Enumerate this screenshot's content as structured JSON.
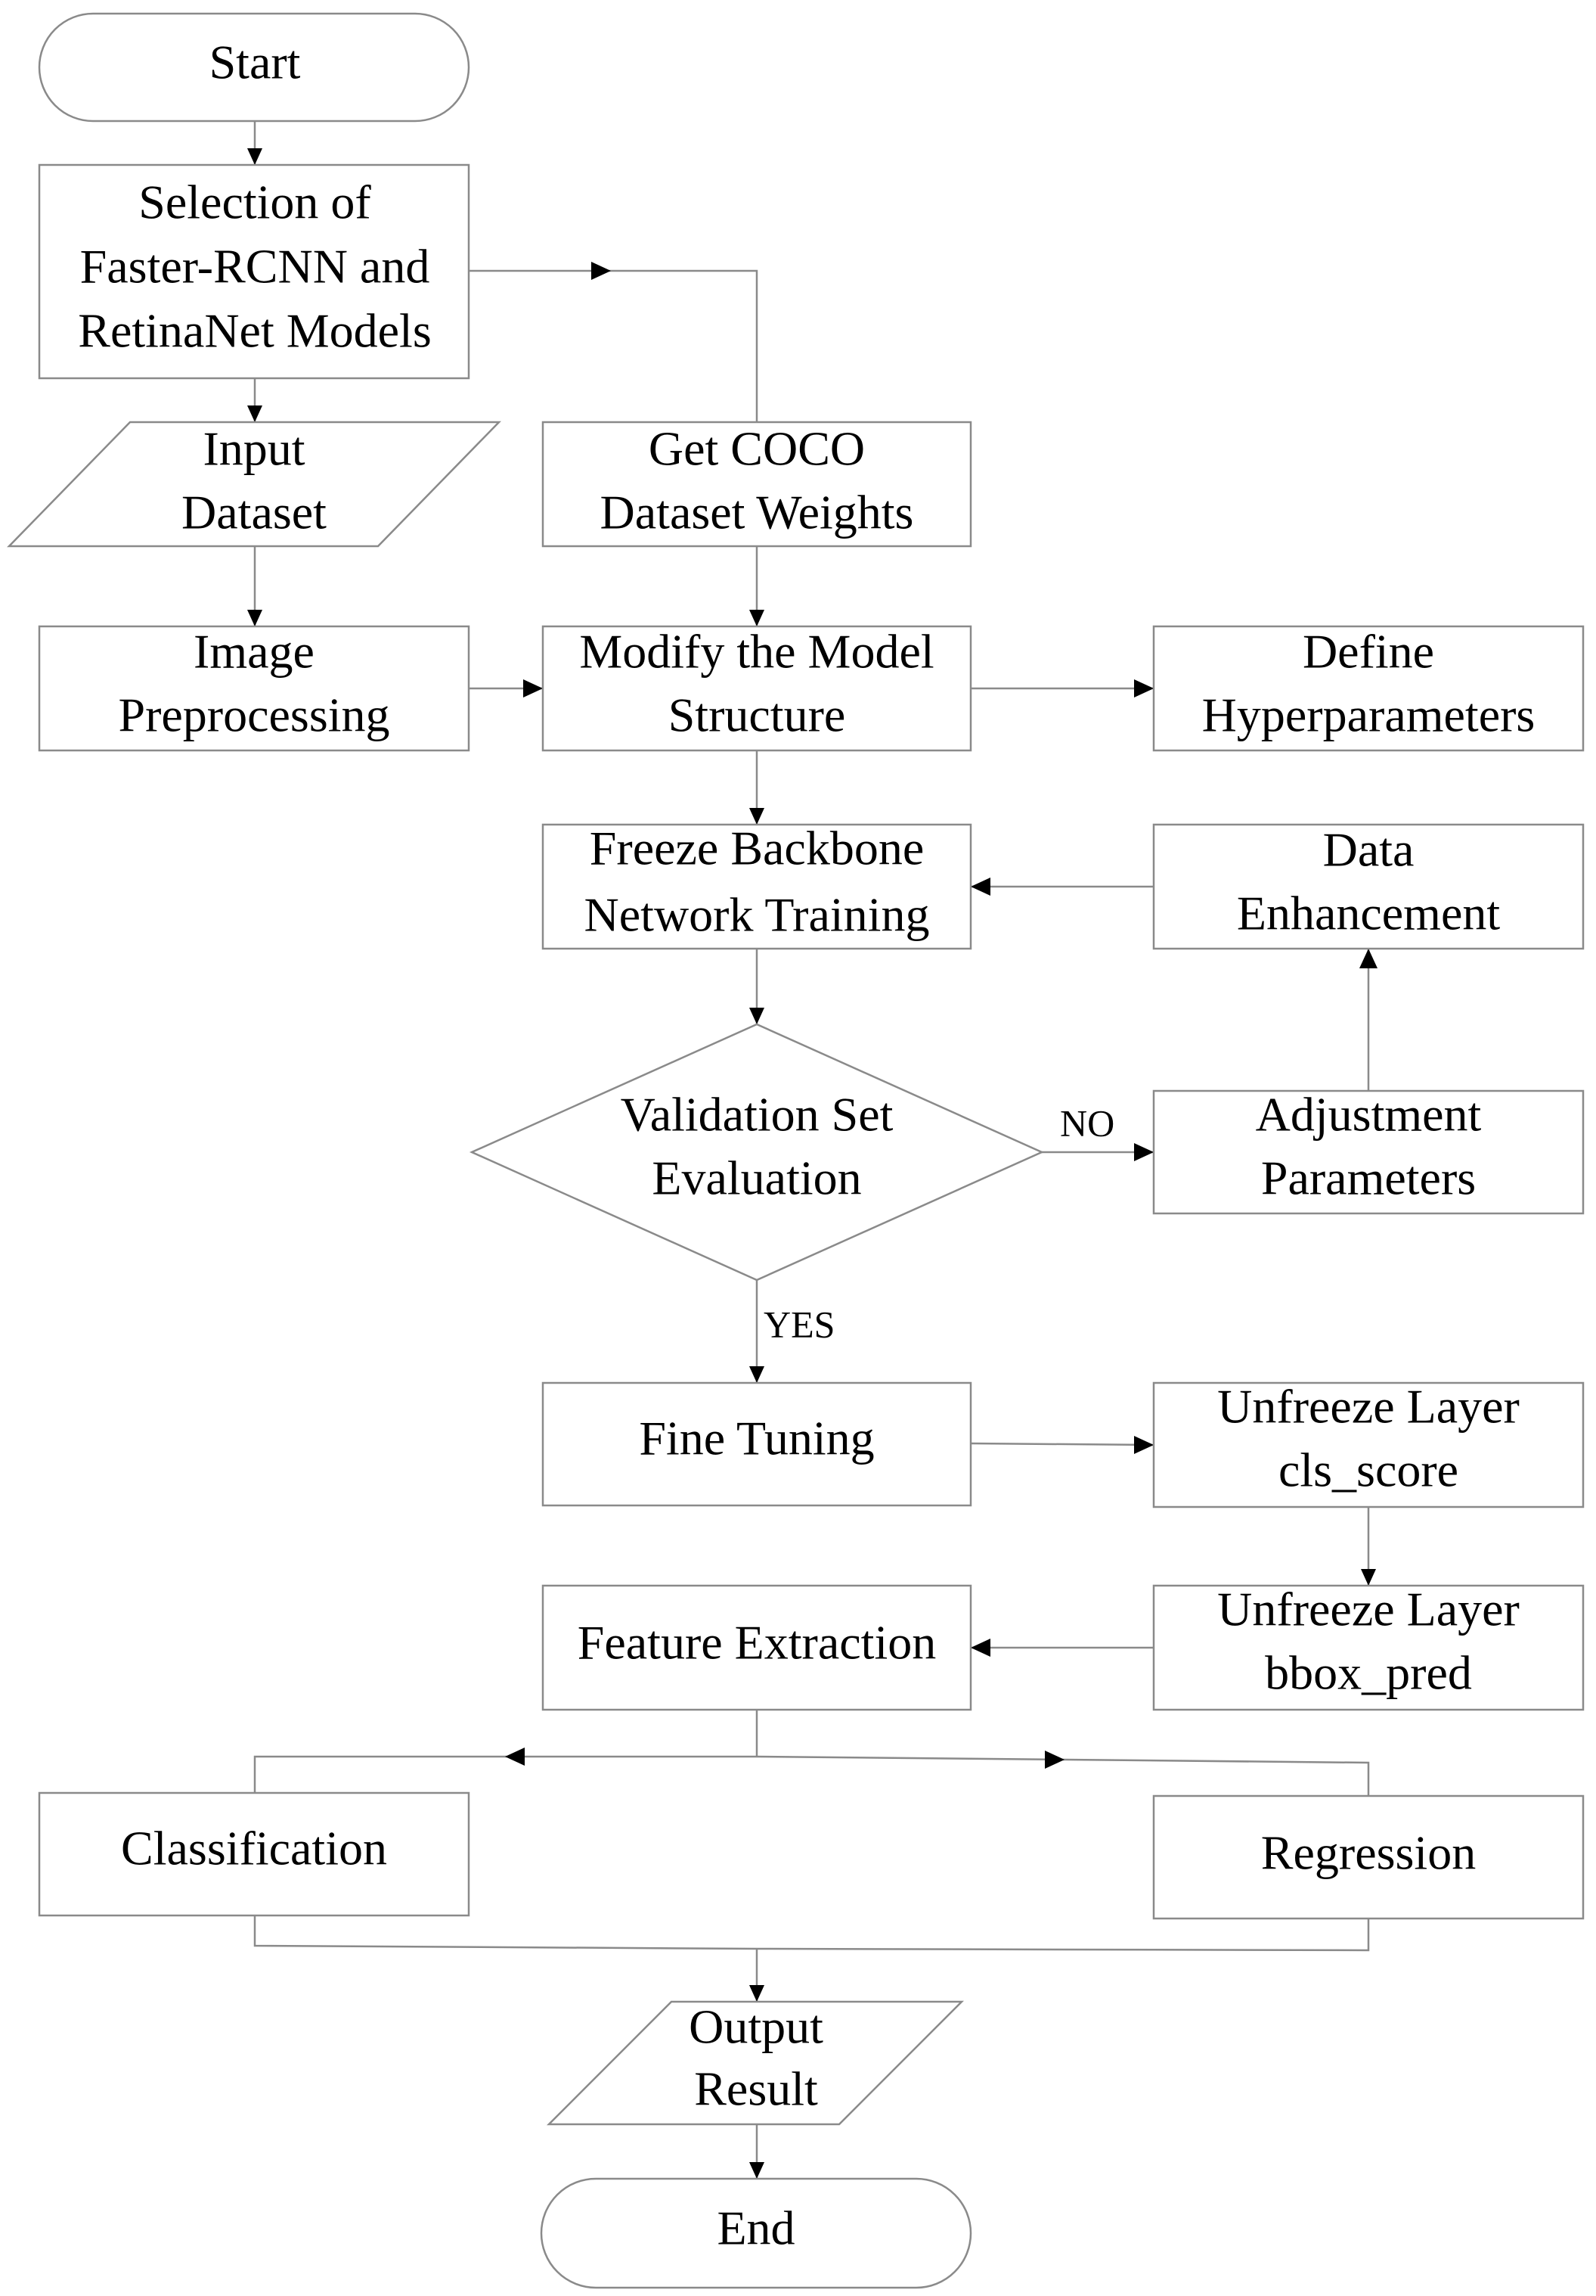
{
  "nodes": {
    "start": {
      "lines": [
        "Start"
      ]
    },
    "selection": {
      "lines": [
        "Selection of",
        "Faster-RCNN and",
        "RetinaNet Models"
      ]
    },
    "input_dataset": {
      "lines": [
        "Input",
        "Dataset"
      ]
    },
    "coco_weights": {
      "lines": [
        "Get COCO",
        "Dataset Weights"
      ]
    },
    "image_preprocessing": {
      "lines": [
        "Image",
        "Preprocessing"
      ]
    },
    "modify_model": {
      "lines": [
        "Modify the Model",
        "Structure"
      ]
    },
    "define_hyper": {
      "lines": [
        "Define",
        "Hyperparameters"
      ]
    },
    "freeze_backbone": {
      "lines": [
        "Freeze Backbone",
        "Network Training"
      ]
    },
    "data_enhancement": {
      "lines": [
        "Data",
        "Enhancement"
      ]
    },
    "validation": {
      "lines": [
        "Validation Set",
        "Evaluation"
      ]
    },
    "adjustment": {
      "lines": [
        "Adjustment",
        "Parameters"
      ]
    },
    "fine_tuning": {
      "lines": [
        "Fine Tuning"
      ]
    },
    "unfreeze_cls": {
      "lines": [
        "Unfreeze Layer",
        "cls_score"
      ]
    },
    "feature_extraction": {
      "lines": [
        "Feature Extraction"
      ]
    },
    "unfreeze_bbox": {
      "lines": [
        "Unfreeze Layer",
        "bbox_pred"
      ]
    },
    "classification": {
      "lines": [
        "Classification"
      ]
    },
    "regression": {
      "lines": [
        "Regression"
      ]
    },
    "output_result": {
      "lines": [
        "Output",
        "Result"
      ]
    },
    "end": {
      "lines": [
        "End"
      ]
    }
  },
  "edge_labels": {
    "no": "NO",
    "yes": "YES"
  },
  "colors": {
    "stroke": "#8a8a8a",
    "arrow": "#000000",
    "text": "#000000",
    "fill": "#ffffff"
  }
}
